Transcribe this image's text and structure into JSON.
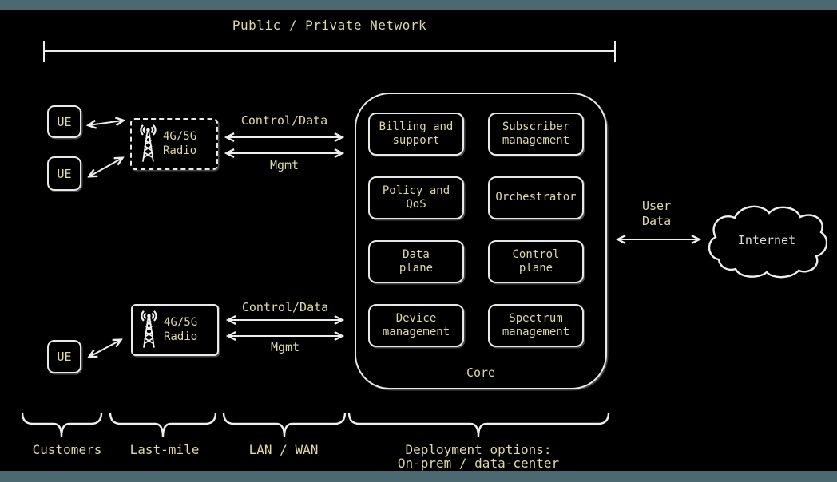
{
  "colors": {
    "background": "#000000",
    "accent_bar": "#4c6971",
    "label_text": "#ddd8a4",
    "shape_stroke": "#e9e9e9",
    "internet_text": "#dcdcdc"
  },
  "title": "Public / Private Network",
  "ue_nodes": [
    {
      "label": "UE"
    },
    {
      "label": "UE"
    },
    {
      "label": "UE"
    }
  ],
  "radio_nodes": [
    {
      "label": "4G/5G\nRadio",
      "icon": "antenna-tower-icon"
    },
    {
      "label": "4G/5G\nRadio",
      "icon": "antenna-tower-icon"
    }
  ],
  "links": {
    "top": {
      "control_data": "Control/Data",
      "mgmt": "Mgmt"
    },
    "bottom": {
      "control_data": "Control/Data",
      "mgmt": "Mgmt"
    },
    "internet": {
      "label": "User\nData"
    }
  },
  "core": {
    "label": "Core",
    "modules": [
      "Billing and\nsupport",
      "Subscriber\nmanagement",
      "Policy and\nQoS",
      "Orchestrator",
      "Data\nplane",
      "Control\nplane",
      "Device\nmanagement",
      "Spectrum\nmanagement"
    ]
  },
  "internet": {
    "label": "Internet",
    "icon": "cloud-icon"
  },
  "segments": [
    {
      "label": "Customers"
    },
    {
      "label": "Last-mile"
    },
    {
      "label": "LAN / WAN"
    },
    {
      "label": "Deployment options:\nOn-prem / data-center"
    }
  ]
}
